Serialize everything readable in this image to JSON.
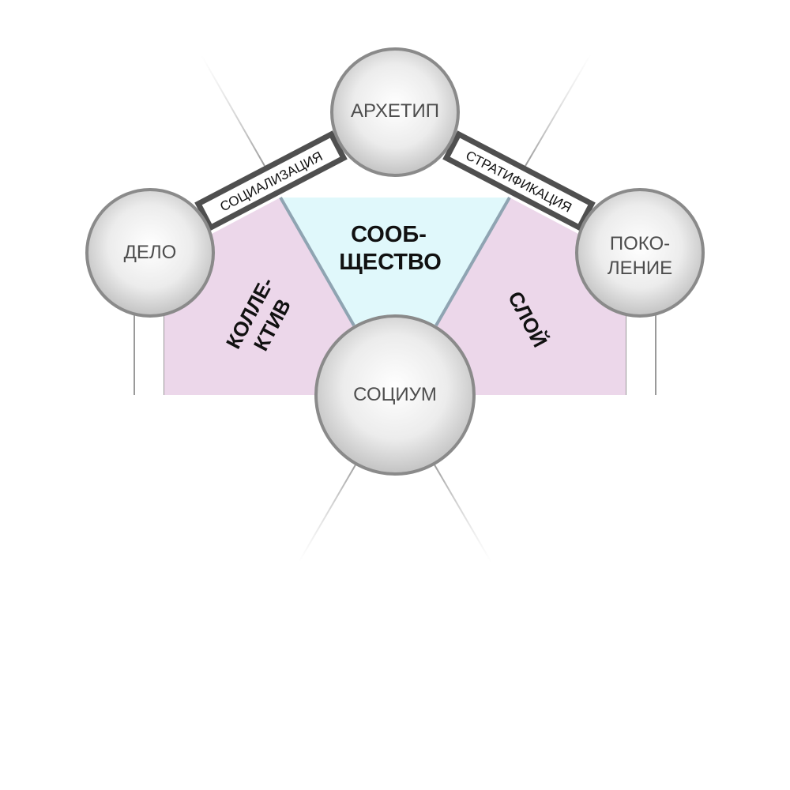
{
  "nodes": {
    "archetype": "АРХЕТИП",
    "delo": "ДЕЛО",
    "pokolenie_line1": "ПОКО-",
    "pokolenie_line2": "ЛЕНИЕ",
    "socium": "СОЦИУМ"
  },
  "regions": {
    "soobshchestvo_line1": "СООБ-",
    "soobshchestvo_line2": "ЩЕСТВО",
    "kollektiv_line1": "КОЛЛЕ-",
    "kollektiv_line2": "КТИВ",
    "sloy": "СЛОЙ"
  },
  "bands": {
    "socializaciya": "СОЦИАЛИЗАЦИЯ",
    "stratifikaciya": "СТРАТИФИКАЦИЯ"
  },
  "colors": {
    "community_fill": "#e0f8fb",
    "side_fill": "#ecd7ea",
    "band_border": "#4f4f4f",
    "node_edge": "#8a8a8a"
  }
}
